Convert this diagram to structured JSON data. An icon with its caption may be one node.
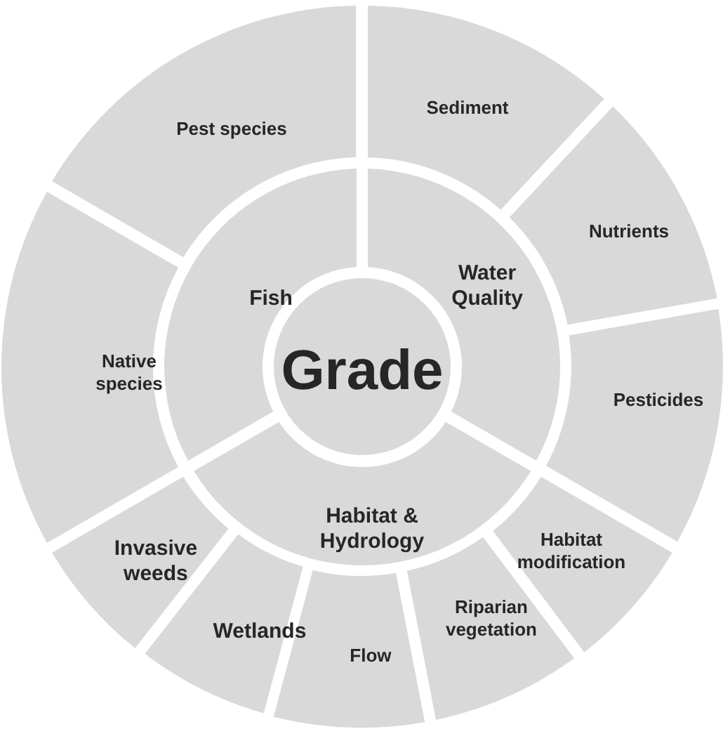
{
  "diagram": {
    "nodes": [
      {
        "text": [
          "Grade"
        ]
      },
      {
        "text": [
          "Fish"
        ]
      },
      {
        "text": [
          "Water Quality"
        ]
      },
      {
        "text": [
          "Habitat & Hydrology"
        ]
      },
      {
        "text": [
          "Sediment"
        ]
      },
      {
        "text": [
          "Nutrients"
        ]
      },
      {
        "text": [
          "Pesticides"
        ]
      },
      {
        "text": [
          "Habitat modification"
        ]
      },
      {
        "text": [
          "Riparian vegetation"
        ]
      },
      {
        "text": [
          "Flow"
        ]
      },
      {
        "text": [
          "Wetlands"
        ]
      },
      {
        "text": [
          "Invasive weeds"
        ]
      },
      {
        "text": [
          "Native species"
        ]
      },
      {
        "text": [
          "Pest species"
        ]
      }
    ]
  }
}
